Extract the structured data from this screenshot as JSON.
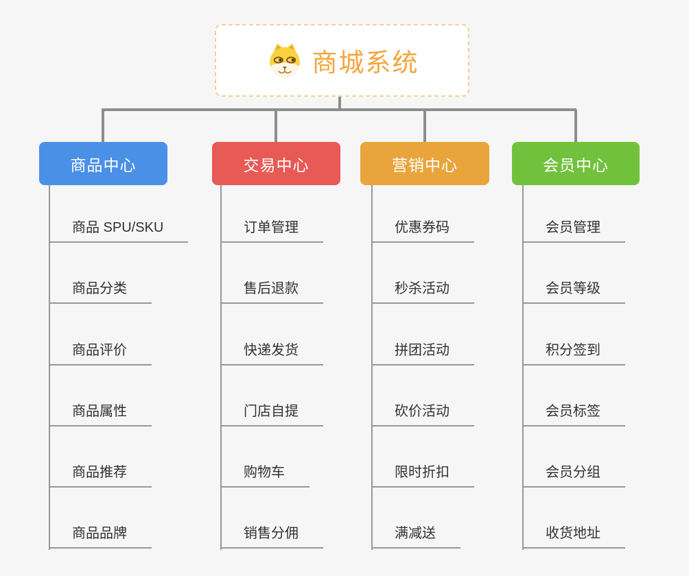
{
  "page": {
    "background_color": "#f6f6f6",
    "connector_color": "#8d8d8d"
  },
  "root": {
    "label": "商城系统",
    "icon": "shiba-dog-icon",
    "text_color": "#f2a63c",
    "border_color": "#f5cf9b"
  },
  "branches": [
    {
      "label": "商品中心",
      "color": "#4a90e6",
      "children": [
        "商品 SPU/SKU",
        "商品分类",
        "商品评价",
        "商品属性",
        "商品推荐",
        "商品品牌"
      ]
    },
    {
      "label": "交易中心",
      "color": "#e75a55",
      "children": [
        "订单管理",
        "售后退款",
        "快递发货",
        "门店自提",
        "购物车",
        "销售分佣"
      ]
    },
    {
      "label": "营销中心",
      "color": "#e9a43c",
      "children": [
        "优惠券码",
        "秒杀活动",
        "拼团活动",
        "砍价活动",
        "限时折扣",
        "满减送"
      ]
    },
    {
      "label": "会员中心",
      "color": "#72c13c",
      "children": [
        "会员管理",
        "会员等级",
        "积分签到",
        "会员标签",
        "会员分组",
        "收货地址"
      ]
    }
  ]
}
